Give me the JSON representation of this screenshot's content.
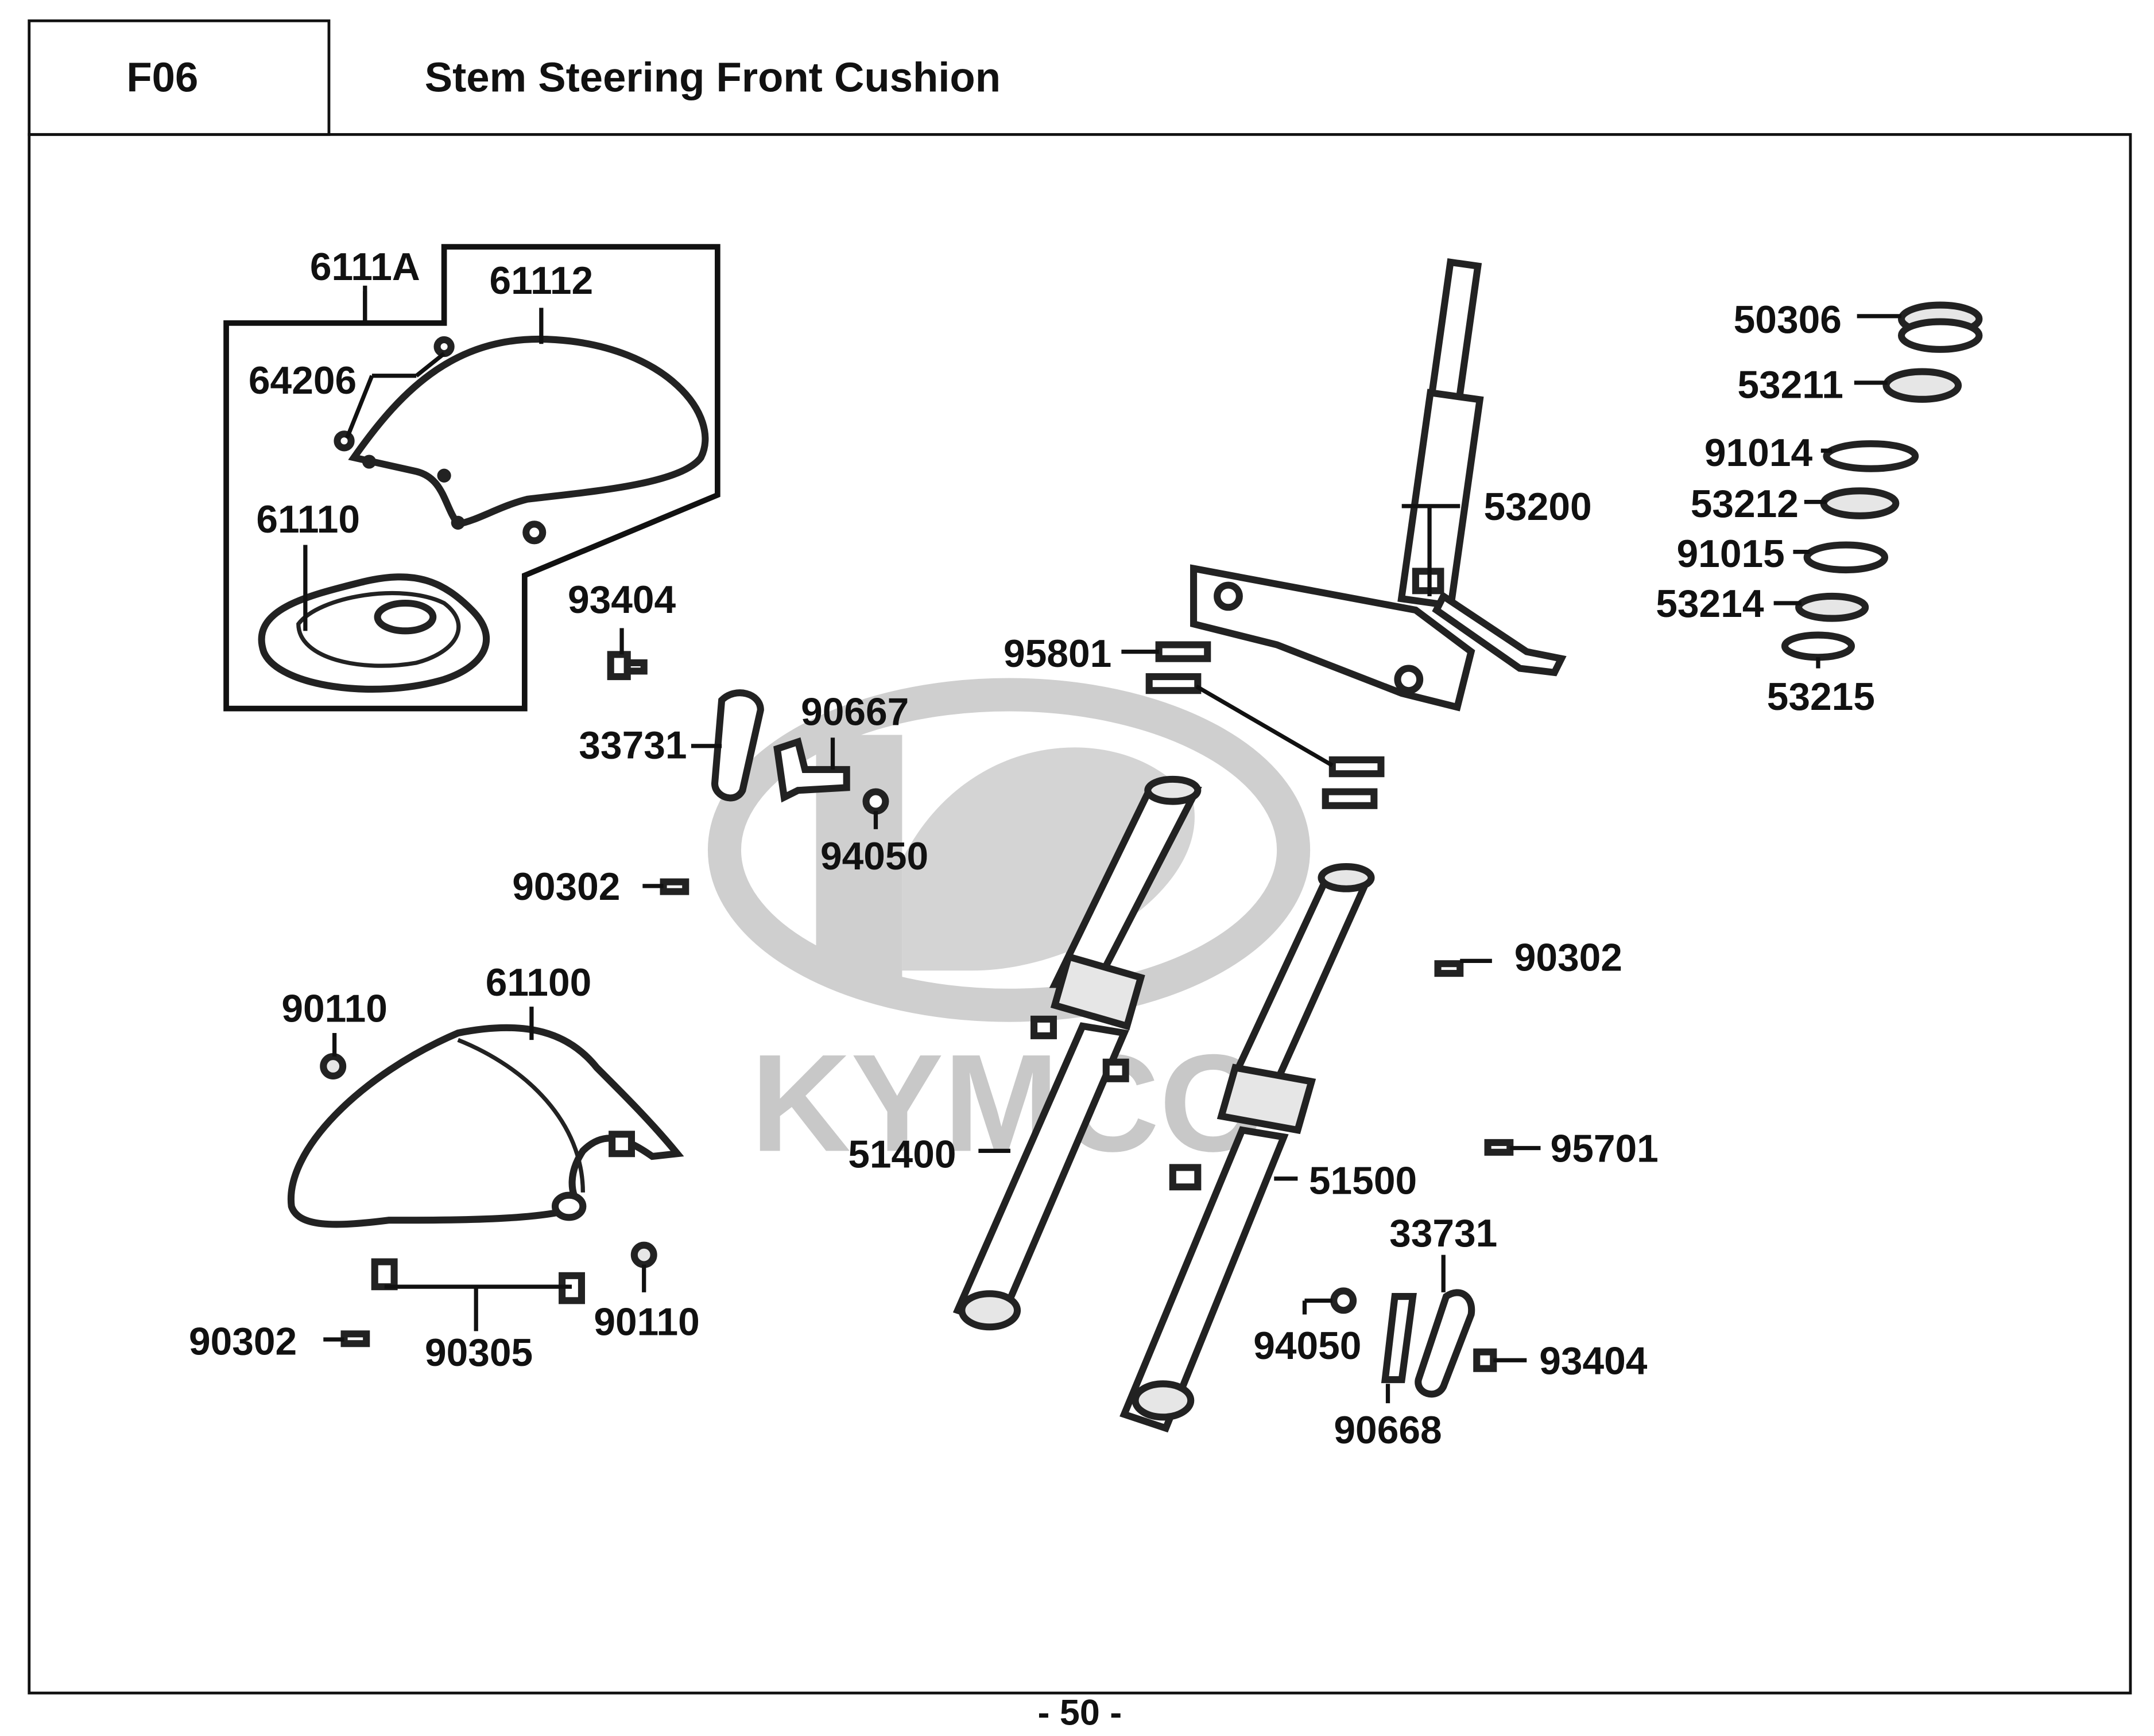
{
  "header": {
    "section_code": "F06",
    "title": "Stem Steering  Front Cushion"
  },
  "watermark": {
    "brand_text": "KYMCO"
  },
  "parts": {
    "p6111A": "6111A",
    "p61112": "61112",
    "p64206": "64206",
    "p61110": "61110",
    "p93404a": "93404",
    "p33731a": "33731",
    "p90667": "90667",
    "p94050a": "94050",
    "p90302a": "90302",
    "p61100": "61100",
    "p90110a": "90110",
    "p90302b": "90302",
    "p90305": "90305",
    "p90110b": "90110",
    "p95801": "95801",
    "p53200": "53200",
    "p50306": "50306",
    "p53211": "53211",
    "p91014": "91014",
    "p53212": "53212",
    "p91015": "91015",
    "p53214": "53214",
    "p53215": "53215",
    "p90302c": "90302",
    "p51400": "51400",
    "p51500": "51500",
    "p95701": "95701",
    "p33731b": "33731",
    "p94050b": "94050",
    "p90668": "90668",
    "p93404b": "93404"
  },
  "footer": {
    "page_number": "- 50 -"
  }
}
